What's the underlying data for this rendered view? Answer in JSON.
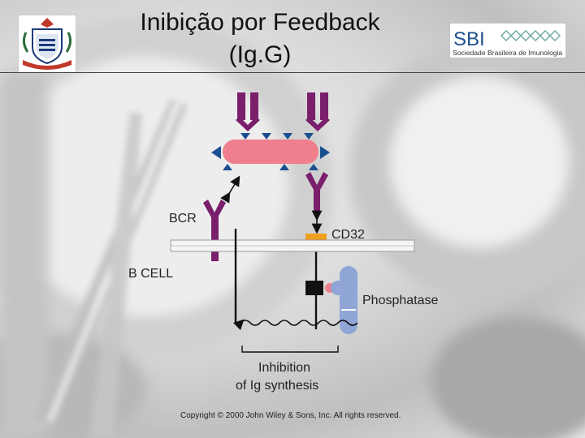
{
  "slide": {
    "title_line1": "Inibição por Feedback",
    "title_line2": "(Ig.G)"
  },
  "logos": {
    "left": "university-crest",
    "right_acronym": "SBI",
    "right_subtitle": "Sociedade Brasileira de Imunologia"
  },
  "diagram": {
    "labels": {
      "bcr": "BCR",
      "cd32": "CD32",
      "b_cell": "B CELL",
      "phosphatase": "Phosphatase",
      "inhibition_line1": "Inhibition",
      "inhibition_line2": "of Ig synthesis"
    },
    "copyright": "Copyright © 2000 John Wiley & Sons, Inc. All rights reserved.",
    "colors": {
      "antibody": "#7a1f6b",
      "antigen": "#ef7f8c",
      "epitope": "#1a4f8f",
      "cd32": "#f0a020",
      "phosphatase": "#8fa6d6"
    }
  }
}
